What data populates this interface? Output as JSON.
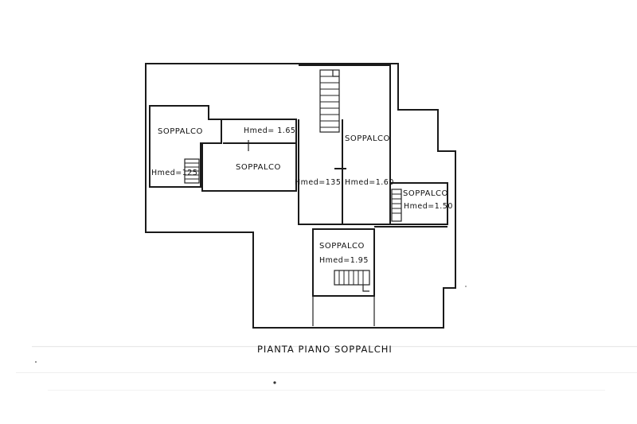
{
  "caption": "PIANTA PIANO SOPPALCHI",
  "rooms": [
    {
      "label": "SOPPALCO"
    },
    {
      "label": "SOPPALCO"
    },
    {
      "label": "SOPPALCO"
    },
    {
      "label": "SOPPALCO"
    },
    {
      "label": "SOPPALCO"
    }
  ],
  "heights": [
    {
      "label": "Hmed= 1.65"
    },
    {
      "label": "Hmed=125"
    },
    {
      "label": "Hmed=135"
    },
    {
      "label": "Hmed=1.60"
    },
    {
      "label": "Hmed=1.50"
    },
    {
      "label": "Hmed=1.95"
    }
  ],
  "colors": {
    "line": "#1a1a1a",
    "paper": "#ffffff"
  }
}
